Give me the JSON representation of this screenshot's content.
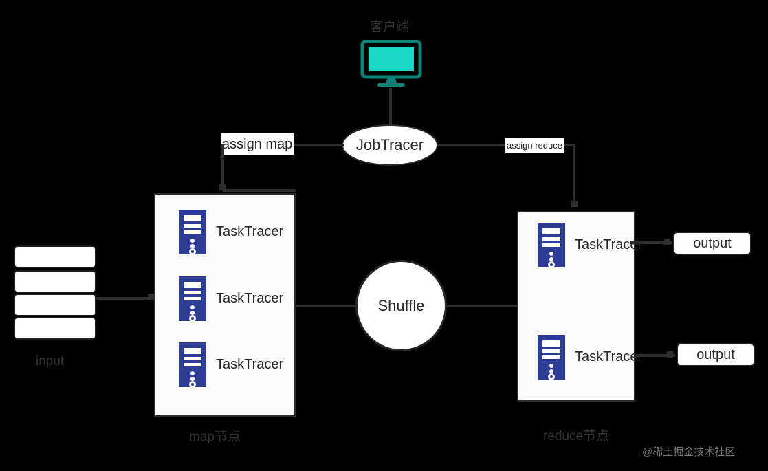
{
  "diagram": {
    "title": "MapReduce job execution flow",
    "background": "#000000",
    "accent_server": "#2f3c96",
    "accent_monitor_frame": "#0f8075",
    "accent_monitor_screen": "#1ad9c4"
  },
  "client": {
    "caption": "客户端",
    "icon": "monitor-icon"
  },
  "jobtracer": {
    "label": "JobTracer"
  },
  "edges": {
    "assign_map": "assign map",
    "assign_reduce": "assign reduce"
  },
  "input": {
    "caption": "input",
    "blocks": [
      "",
      "",
      "",
      ""
    ]
  },
  "map_cluster": {
    "caption": "map节点",
    "nodes": [
      {
        "label": "TaskTracer",
        "icon": "server-icon"
      },
      {
        "label": "TaskTracer",
        "icon": "server-icon"
      },
      {
        "label": "TaskTracer",
        "icon": "server-icon"
      }
    ]
  },
  "shuffle": {
    "label": "Shuffle"
  },
  "reduce_cluster": {
    "caption": "reduce节点",
    "nodes": [
      {
        "label": "TaskTracer",
        "icon": "server-icon"
      },
      {
        "label": "TaskTracer",
        "icon": "server-icon"
      }
    ]
  },
  "outputs": [
    {
      "label": "output"
    },
    {
      "label": "output"
    }
  ],
  "watermark": {
    "text": "@稀土掘金技术社区"
  }
}
